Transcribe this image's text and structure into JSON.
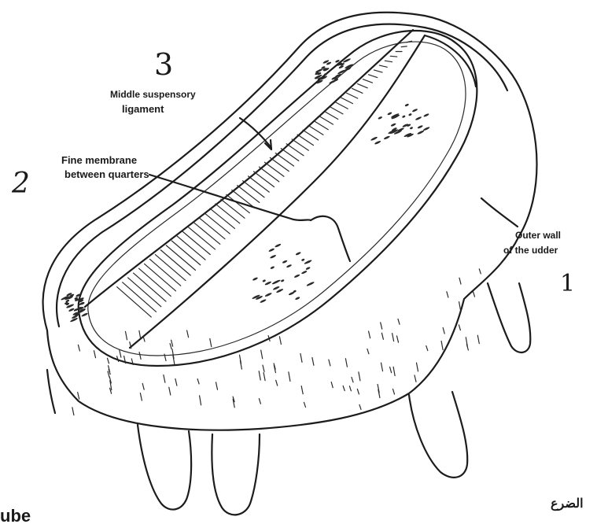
{
  "diagram": {
    "labels": {
      "number_1": "1",
      "number_2": "2",
      "number_3": "3",
      "middle_ligament": [
        "Middle suspensory",
        "ligament"
      ],
      "fine_membrane": [
        "Fine membrane",
        "between quarters"
      ],
      "outer_wall": [
        "Outer wall",
        "of the udder"
      ]
    },
    "margin_text": {
      "bottom_left": "ube",
      "bottom_right": "الضرع"
    },
    "colors": {
      "ink": "#1c1c1c",
      "paper": "#ffffff"
    }
  }
}
